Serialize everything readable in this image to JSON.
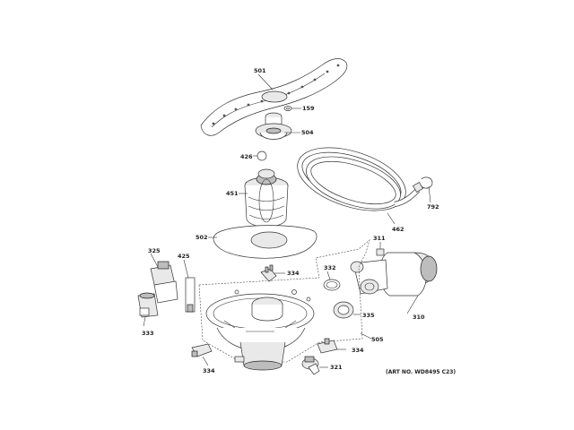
{
  "diagram": {
    "art_number": "(ART NO. WD8495 C23)",
    "callouts": [
      {
        "id": "501",
        "text": "501"
      },
      {
        "id": "159",
        "text": "159"
      },
      {
        "id": "504",
        "text": "504"
      },
      {
        "id": "426",
        "text": "426"
      },
      {
        "id": "451",
        "text": "451"
      },
      {
        "id": "502",
        "text": "502"
      },
      {
        "id": "462",
        "text": "462"
      },
      {
        "id": "792",
        "text": "792"
      },
      {
        "id": "311",
        "text": "311"
      },
      {
        "id": "325",
        "text": "325"
      },
      {
        "id": "425",
        "text": "425"
      },
      {
        "id": "334a",
        "text": "334"
      },
      {
        "id": "332",
        "text": "332"
      },
      {
        "id": "310",
        "text": "310"
      },
      {
        "id": "335",
        "text": "335"
      },
      {
        "id": "333",
        "text": "333"
      },
      {
        "id": "505",
        "text": "505"
      },
      {
        "id": "334b",
        "text": "334"
      },
      {
        "id": "334c",
        "text": "334"
      },
      {
        "id": "321",
        "text": "321"
      }
    ]
  }
}
